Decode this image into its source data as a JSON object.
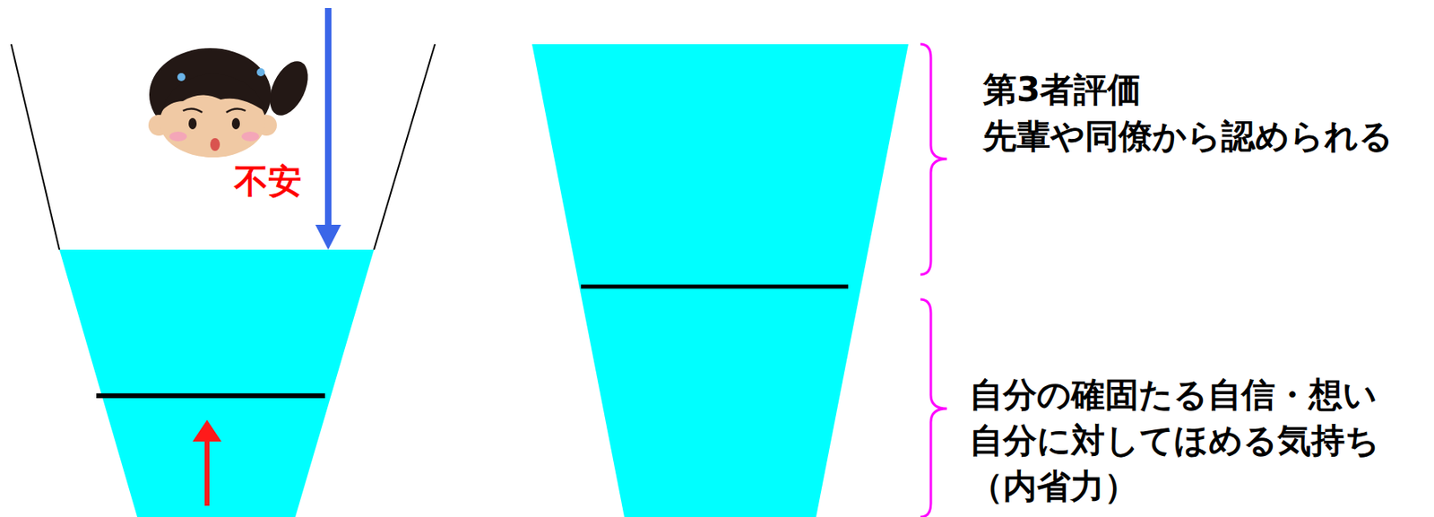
{
  "diagram": {
    "labels": [
      "不安",
      "第3者評価",
      "先輩や同僚から認められる",
      "自分の確固たる自信・想い",
      "自分に対してほめる気持ち",
      "（内省力）"
    ]
  }
}
